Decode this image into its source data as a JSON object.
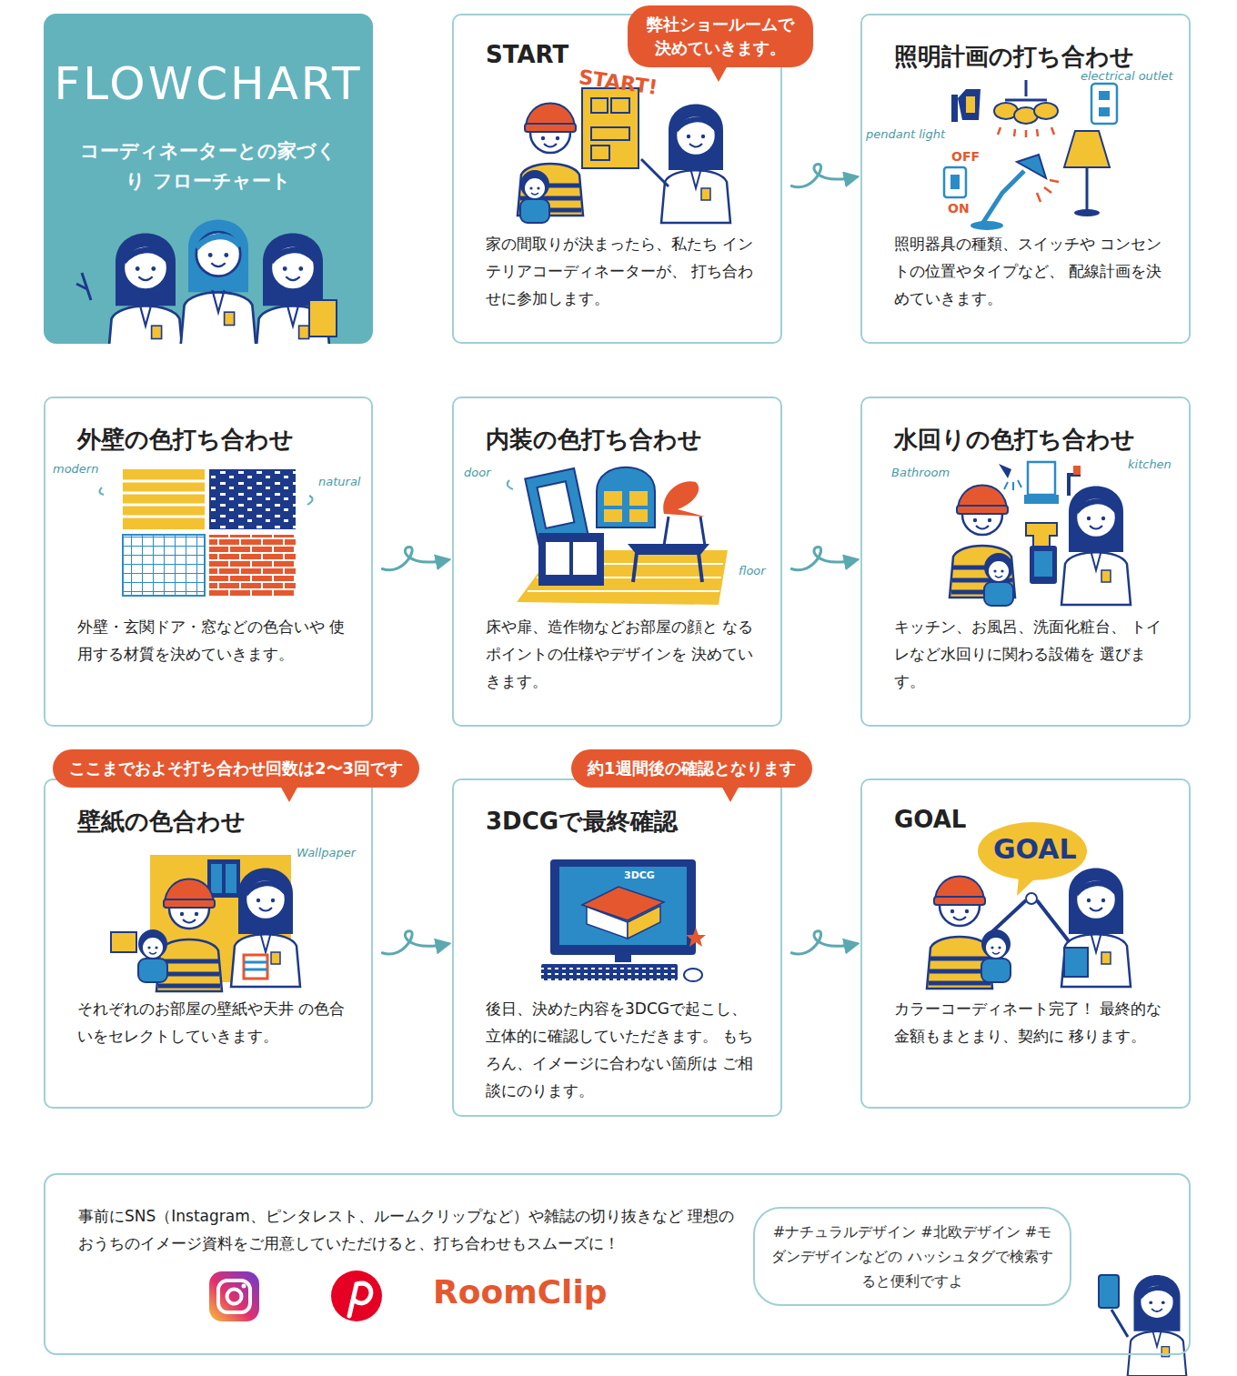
{
  "diagram": {
    "nodes": [
      {
        "text": [
          "FLOWCHART",
          "コーディネーターとの家づくり フローチャート"
        ]
      },
      {
        "text": [
          "弊社ショールームで 決めていきます。"
        ]
      },
      {
        "text": [
          "START",
          "家の間取りが決まったら、私たち インテリアコーディネーターが、 打ち合わせに参加します。"
        ]
      },
      {
        "text": [
          "照明計画の打ち合わせ",
          "照明器具の種類、スイッチや コンセントの位置やタイプなど、 配線計画を決めていきます。"
        ]
      },
      {
        "text": [
          "外壁の色打ち合わせ",
          "外壁・玄関ドア・窓などの色合いや 使用する材質を決めていきます。"
        ]
      },
      {
        "text": [
          "内装の色打ち合わせ",
          "床や扉、造作物などお部屋の顔と なるポイントの仕様やデザインを 決めていきます。"
        ]
      },
      {
        "text": [
          "水回りの色打ち合わせ",
          "キッチン、お風呂、洗面化粧台、 トイレなど水回りに関わる設備を 選びます。"
        ]
      },
      {
        "text": [
          "ここまでおよそ打ち合わせ回数は2〜3回です"
        ]
      },
      {
        "text": [
          "壁紙の色合わせ",
          "それぞれのお部屋の壁紙や天井 の色合いをセレクトしていきます。"
        ]
      },
      {
        "text": [
          "約1週間後の確認となります"
        ]
      },
      {
        "text": [
          "3DCGで最終確認",
          "後日、決めた内容を3DCGで起こし、 立体的に確認していただきます。 もちろん、イメージに合わない箇所は ご相談にのります。"
        ]
      },
      {
        "text": [
          "GOAL",
          "カラーコーディネート完了！ 最終的な金額もまとまり、契約に 移ります。"
        ]
      },
      {
        "text": [
          "事前にSNS（Instagram、ピンタレスト、ルームクリップなど）や雑誌の切り抜きなど 理想のおうちのイメージ資料をご用意していただけると、打ち合わせもスムーズに！"
        ]
      },
      {
        "text": [
          "#ナチュラルデザイン #北欧デザイン #モダンデザインなどの ハッシュタグで検索すると便利ですよ"
        ],
        "in": 12
      }
    ],
    "edges": [
      {
        "from": 2,
        "to": 3,
        "arrow": "to"
      },
      {
        "from": 4,
        "to": 5,
        "arrow": "to"
      },
      {
        "from": 5,
        "to": 6,
        "arrow": "to"
      },
      {
        "from": 8,
        "to": 10,
        "arrow": "to"
      },
      {
        "from": 10,
        "to": 11,
        "arrow": "to"
      }
    ],
    "labels": [
      "START!",
      "pendant light",
      "electrical outlet",
      "OFF",
      "ON",
      "modern",
      "natural",
      "door",
      "floor",
      "Bathroom",
      "kitchen",
      "Wallpaper",
      "3DCG",
      "GOAL",
      "RoomClip"
    ]
  }
}
